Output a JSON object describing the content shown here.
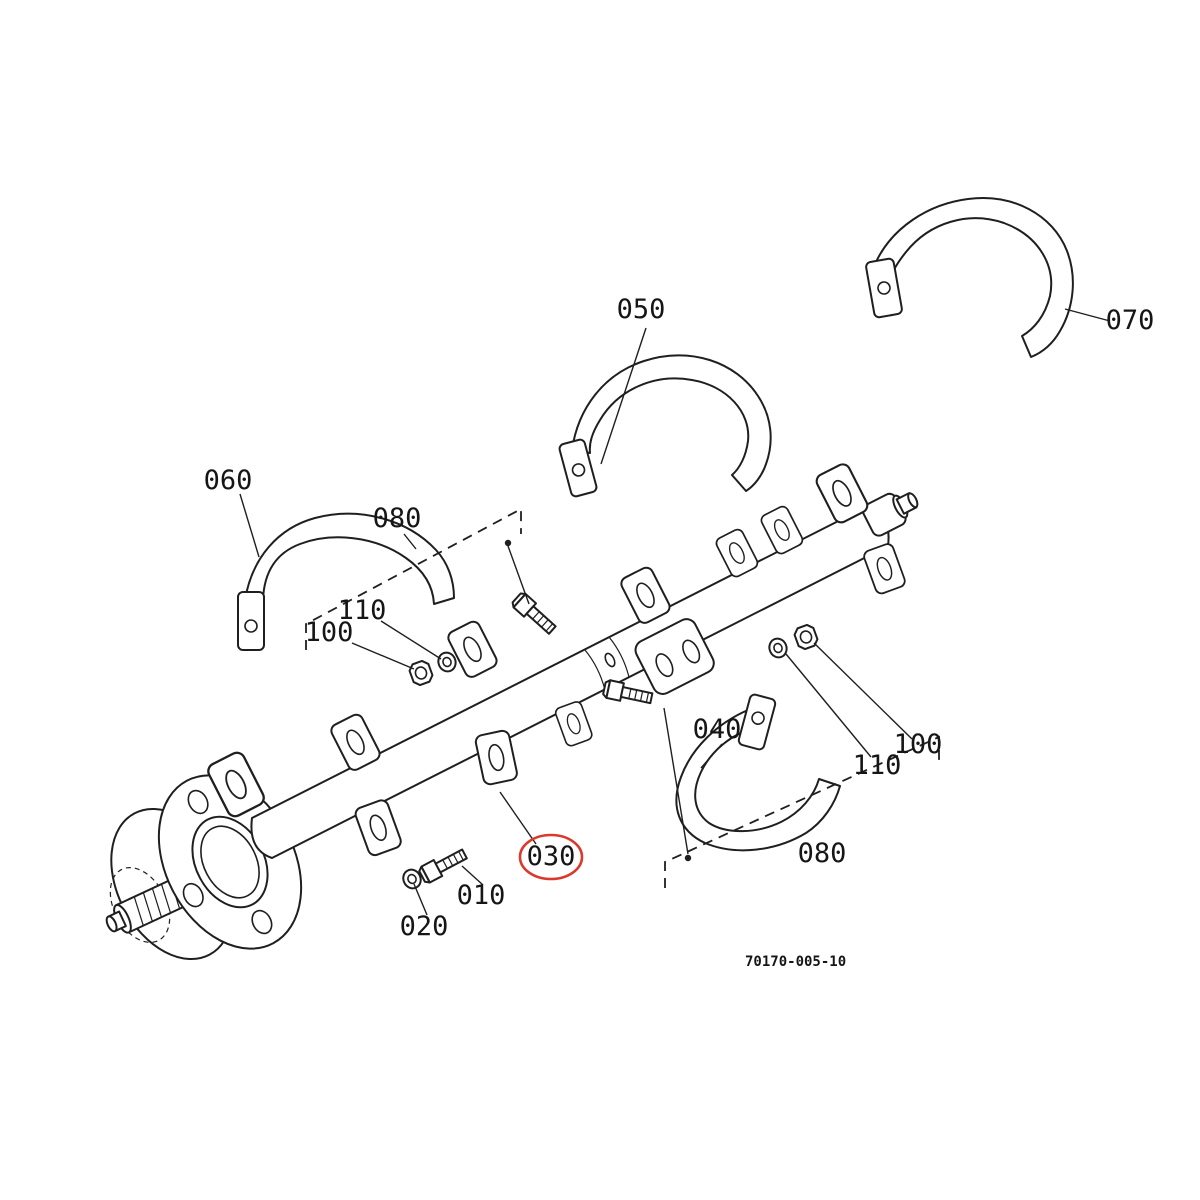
{
  "diagram": {
    "background": "#ffffff",
    "line_color": "#1f1f1f",
    "highlight_color": "#d93a2b",
    "drawing_number": "70170-005-10",
    "highlighted_callout": "030",
    "callouts": {
      "c050": "050",
      "c070": "070",
      "c060": "060",
      "c080_upper": "080",
      "c110_left": "110",
      "c100_left": "100",
      "c040": "040",
      "c110_right": "110",
      "c100_right": "100",
      "c080_lower": "080",
      "c030": "030",
      "c010": "010",
      "c020": "020"
    }
  }
}
